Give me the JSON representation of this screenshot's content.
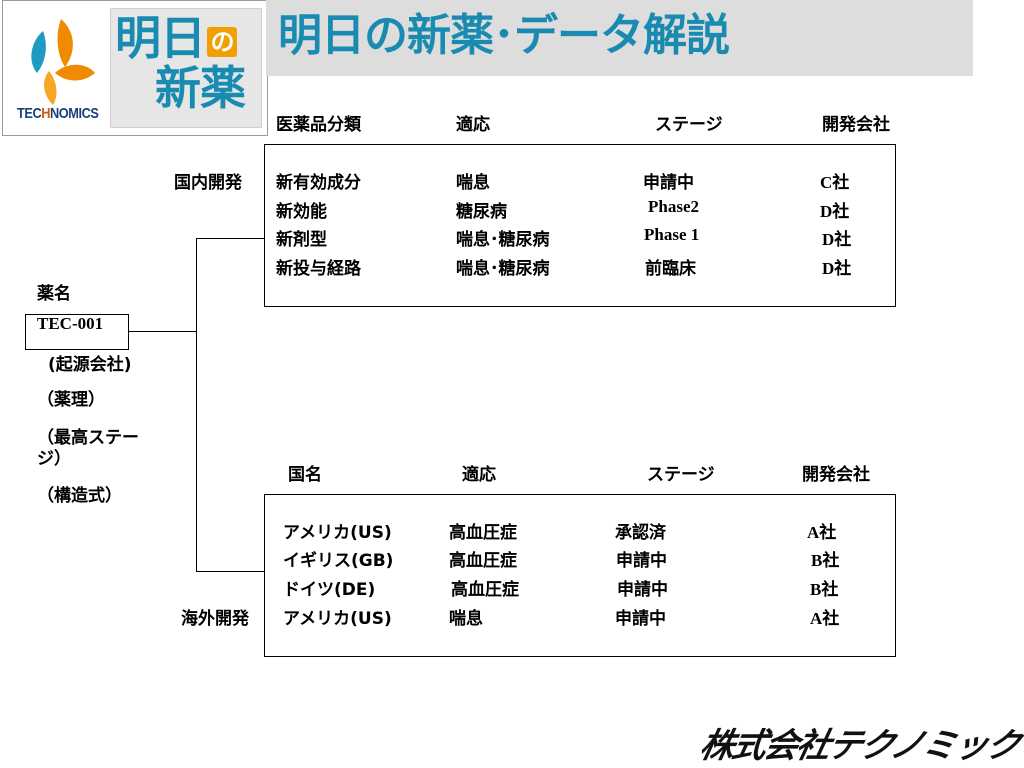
{
  "header": {
    "logo_text_a": "TEC",
    "logo_text_b": "H",
    "logo_text_c": "NOMICS",
    "brand_line1_a": "明日",
    "brand_line1_b": "の",
    "brand_line2": "新薬",
    "title": "明日の新薬･データ解説"
  },
  "domestic": {
    "side_label": "国内開発",
    "headers": [
      "医薬品分類",
      "適応",
      "ステージ",
      "開発会社"
    ],
    "rows": [
      [
        "新有効成分",
        "喘息",
        "申請中",
        "C社"
      ],
      [
        "新効能",
        "糖尿病",
        "Phase2",
        "D社"
      ],
      [
        "新剤型",
        "喘息･糖尿病",
        "Phase 1",
        "D社"
      ],
      [
        "新投与経路",
        "喘息･糖尿病",
        "前臨床",
        "D社"
      ]
    ]
  },
  "overseas": {
    "side_label": "海外開発",
    "headers": [
      "国名",
      "適応",
      "ステージ",
      "開発会社"
    ],
    "rows": [
      [
        "アメリカ(US)",
        "高血圧症",
        "承認済",
        "A社"
      ],
      [
        "イギリス(GB)",
        "高血圧症",
        "申請中",
        "B社"
      ],
      [
        "ドイツ(DE)",
        "高血圧症",
        "申請中",
        "B社"
      ],
      [
        "アメリカ(US)",
        "喘息",
        "申請中",
        "A社"
      ]
    ]
  },
  "drug": {
    "name_label": "薬名",
    "code": "TEC-001",
    "origin": "(起源会社)",
    "pharmacology": "（薬理）",
    "highest_stage_1": "（最高ステー",
    "highest_stage_2": "ジ）",
    "structure": "（構造式）"
  },
  "footer": {
    "company": "株式会社テクノミック"
  },
  "colors": {
    "brand_blue": "#1a8bb0",
    "title_bar_bg": "#dddddd",
    "brand_orange": "#f0a000"
  }
}
